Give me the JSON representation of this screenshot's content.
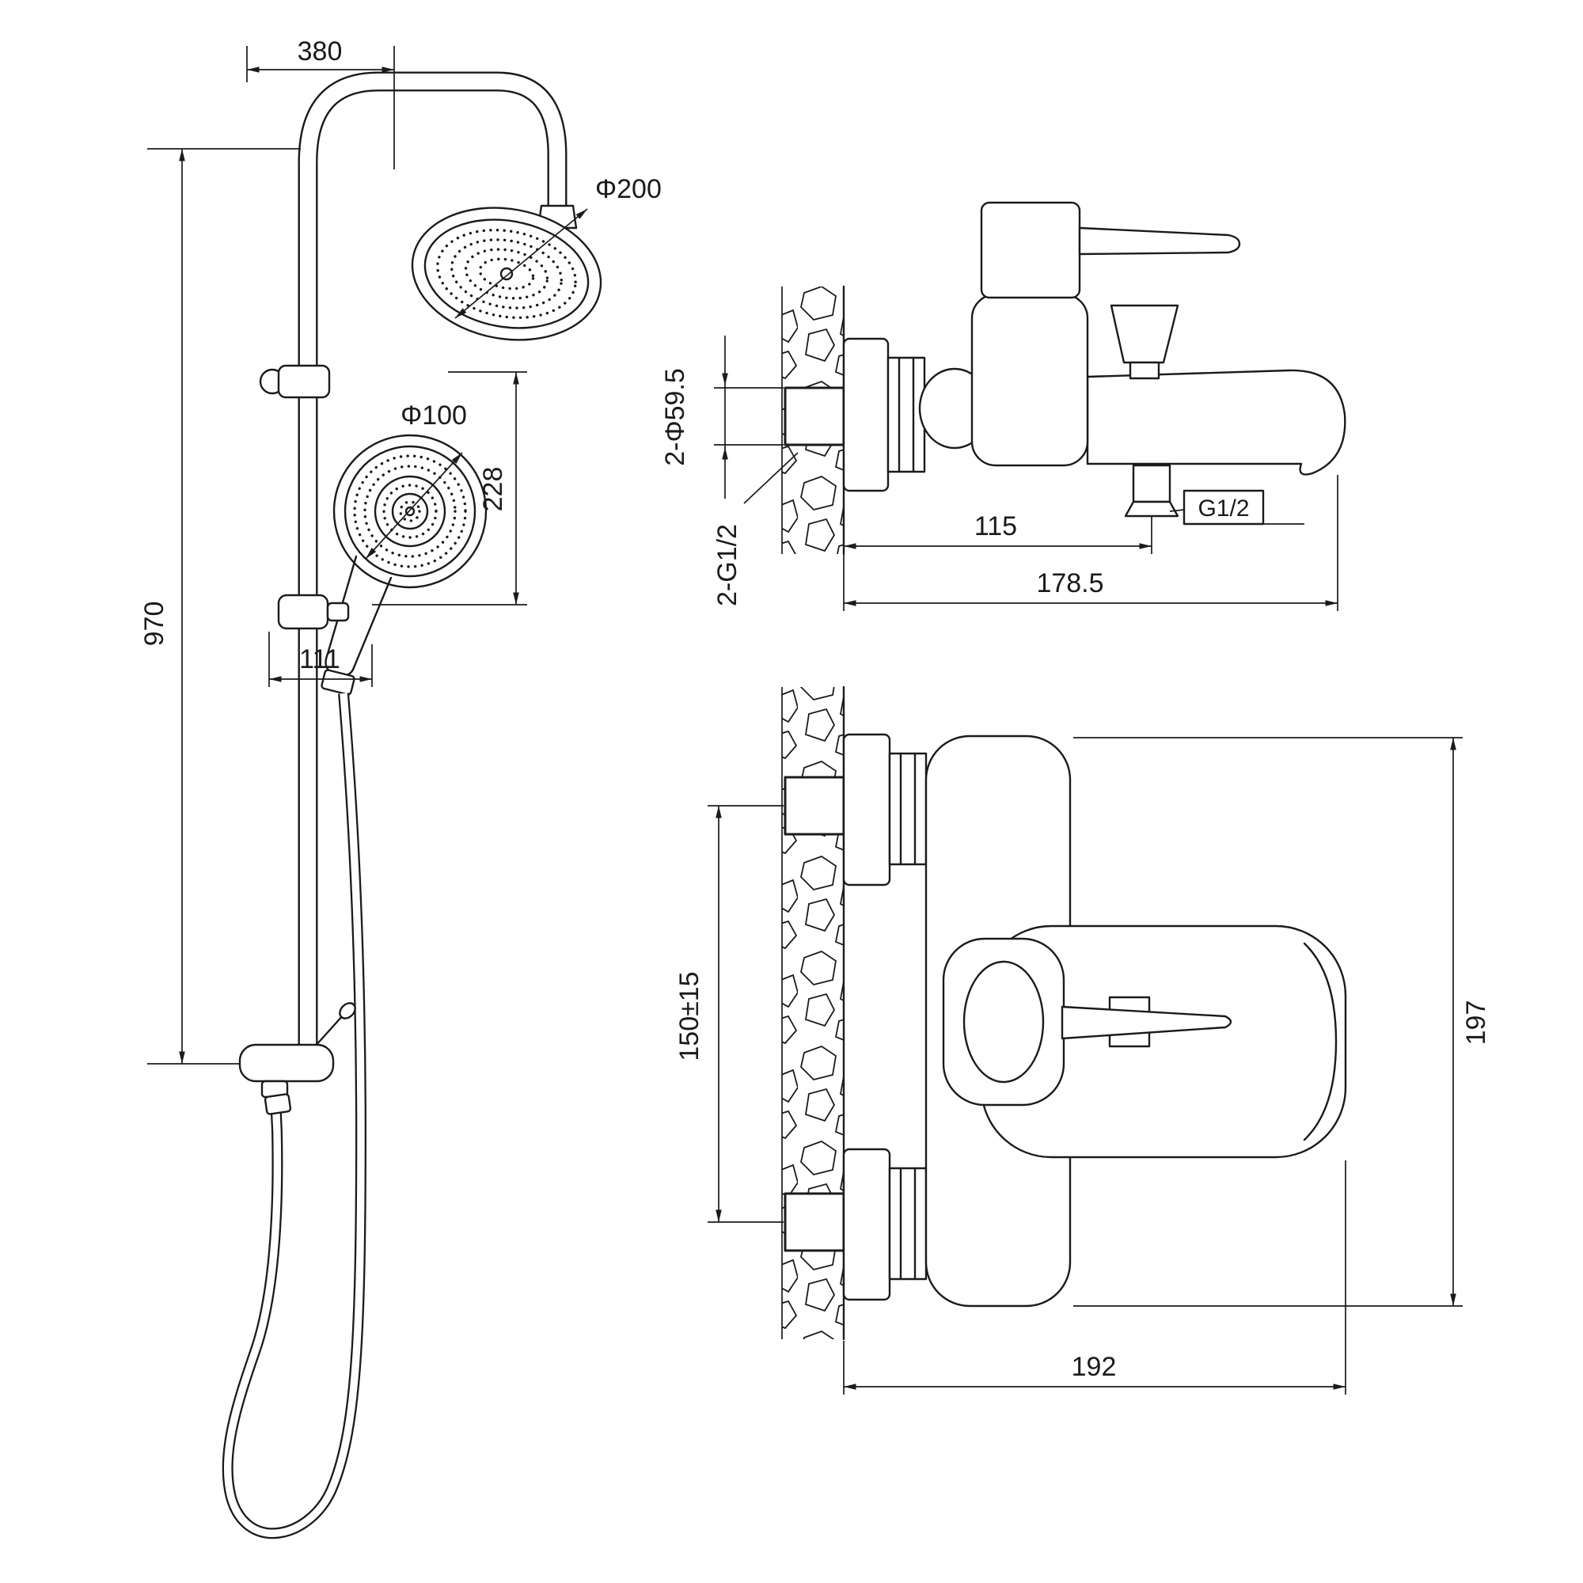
{
  "page": {
    "background": "#ffffff",
    "ink": "#1b1b1b"
  },
  "shower_column": {
    "dims": {
      "arm_width": "380",
      "head_diameter": "Φ200",
      "hand_diameter": "Φ100",
      "hand_drop": "228",
      "column_height": "970",
      "slider_offset": "111"
    }
  },
  "mixer_side": {
    "dims": {
      "hole_spec": "2-Φ59.5",
      "inlet_thread": "2-G1/2",
      "outlet_thread": "G1/2",
      "outlet_reach": "115",
      "total_reach": "178.5"
    }
  },
  "mixer_front": {
    "dims": {
      "inlet_spacing": "150±15",
      "depth": "192",
      "height": "197"
    }
  }
}
